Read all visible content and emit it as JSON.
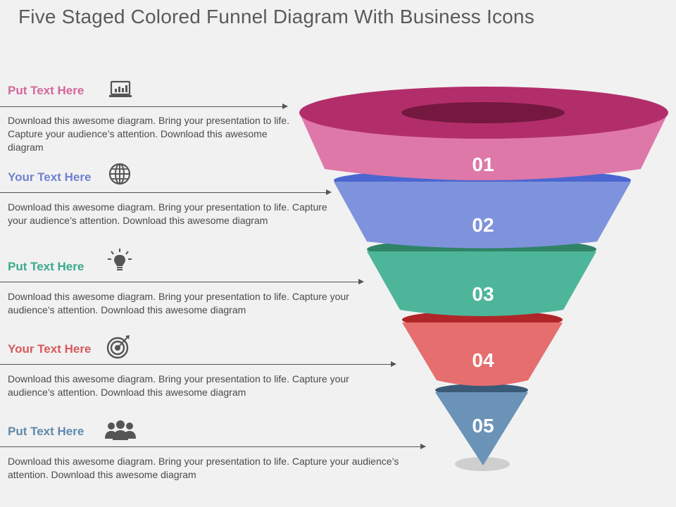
{
  "title": "Five Staged Colored Funnel Diagram With Business Icons",
  "stages": [
    {
      "heading": "Put Text Here",
      "color": "#d4669b",
      "icon": "laptop-chart-icon",
      "number": "01",
      "body": "Download this awesome diagram. Bring your presentation to life. Capture your audience’s attention. Download this awesome diagram"
    },
    {
      "heading": "Your Text Here",
      "color": "#6f82cf",
      "icon": "globe-icon",
      "number": "02",
      "body": "Download this awesome diagram. Bring your presentation to life. Capture your audience’s attention. Download this awesome diagram"
    },
    {
      "heading": "Put Text Here",
      "color": "#3aaa8c",
      "icon": "lightbulb-icon",
      "number": "03",
      "body": "Download this awesome diagram. Bring your presentation to life. Capture your audience’s attention. Download this awesome diagram"
    },
    {
      "heading": "Your Text Here",
      "color": "#d9585a",
      "icon": "target-icon",
      "number": "04",
      "body": "Download this awesome diagram. Bring your presentation to life. Capture your audience’s attention. Download this awesome diagram"
    },
    {
      "heading": "Put Text Here",
      "color": "#5f88ad",
      "icon": "team-icon",
      "number": "05",
      "body": "Download this awesome diagram. Bring your presentation to life. Capture your audience’s attention. Download this awesome diagram"
    }
  ]
}
